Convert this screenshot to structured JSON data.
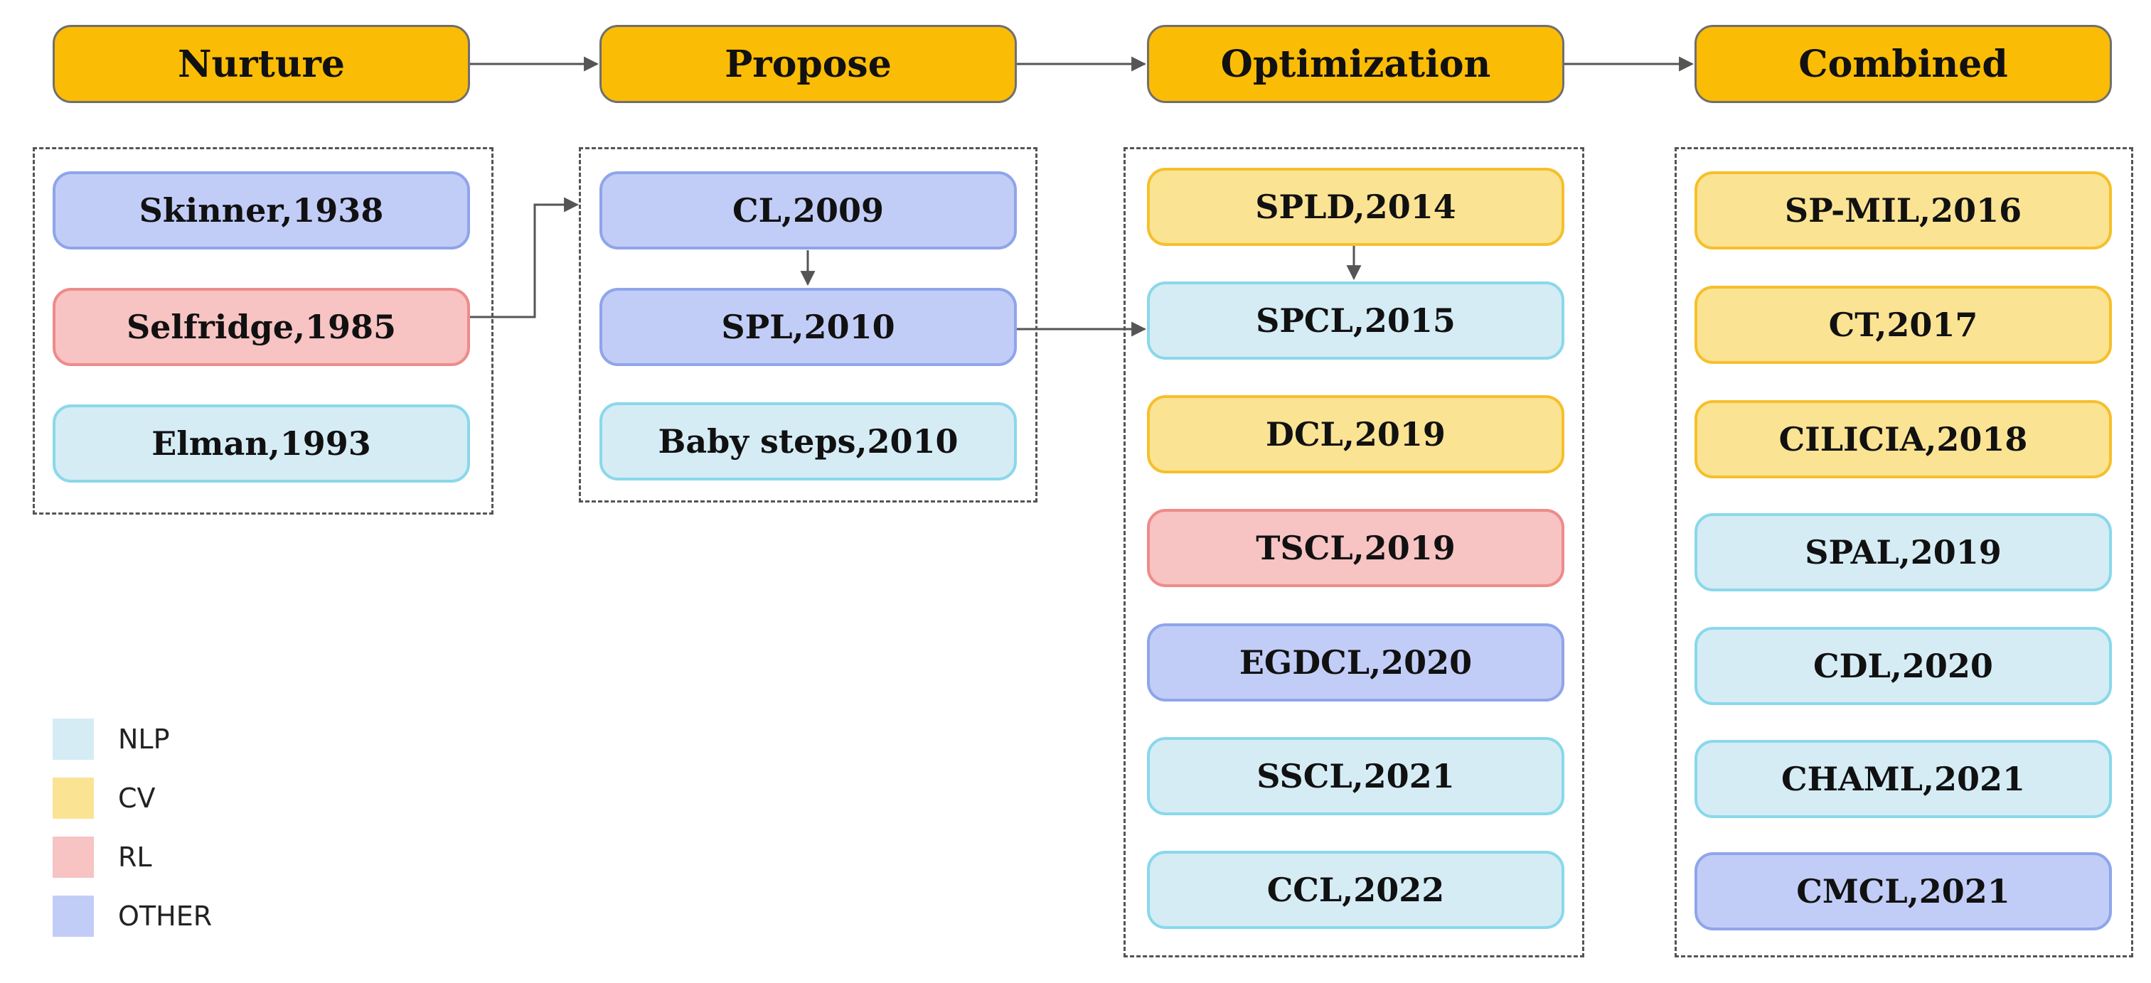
{
  "stages": {
    "nurture": "Nurture",
    "propose": "Propose",
    "optimization": "Optimization",
    "combined": "Combined"
  },
  "nurture": [
    {
      "label": "Skinner,1938",
      "category": "OTHER"
    },
    {
      "label": "Selfridge,1985",
      "category": "RL"
    },
    {
      "label": "Elman,1993",
      "category": "NLP"
    }
  ],
  "propose": [
    {
      "label": "CL,2009",
      "category": "OTHER"
    },
    {
      "label": "SPL,2010",
      "category": "OTHER"
    },
    {
      "label": "Baby steps,2010",
      "category": "NLP"
    }
  ],
  "optimization": [
    {
      "label": "SPLD,2014",
      "category": "CV"
    },
    {
      "label": "SPCL,2015",
      "category": "NLP"
    },
    {
      "label": "DCL,2019",
      "category": "CV"
    },
    {
      "label": "TSCL,2019",
      "category": "RL"
    },
    {
      "label": "EGDCL,2020",
      "category": "OTHER"
    },
    {
      "label": "SSCL,2021",
      "category": "NLP"
    },
    {
      "label": "CCL,2022",
      "category": "NLP"
    }
  ],
  "combined": [
    {
      "label": "SP-MIL,2016",
      "category": "CV"
    },
    {
      "label": "CT,2017",
      "category": "CV"
    },
    {
      "label": "CILICIA,2018",
      "category": "CV"
    },
    {
      "label": "SPAL,2019",
      "category": "NLP"
    },
    {
      "label": "CDL,2020",
      "category": "NLP"
    },
    {
      "label": "CHAML,2021",
      "category": "NLP"
    },
    {
      "label": "CMCL,2021",
      "category": "OTHER"
    }
  ],
  "legend": [
    {
      "label": "NLP",
      "color": "#D5ECF5"
    },
    {
      "label": "CV",
      "color": "#FBE394"
    },
    {
      "label": "RL",
      "color": "#F7C3C3"
    },
    {
      "label": "OTHER",
      "color": "#C2CDF7"
    }
  ],
  "colors": {
    "header": "#FBBC05",
    "nlp": "#D5ECF5",
    "cv": "#FBE394",
    "rl": "#F7C3C3",
    "other": "#C2CDF7"
  }
}
